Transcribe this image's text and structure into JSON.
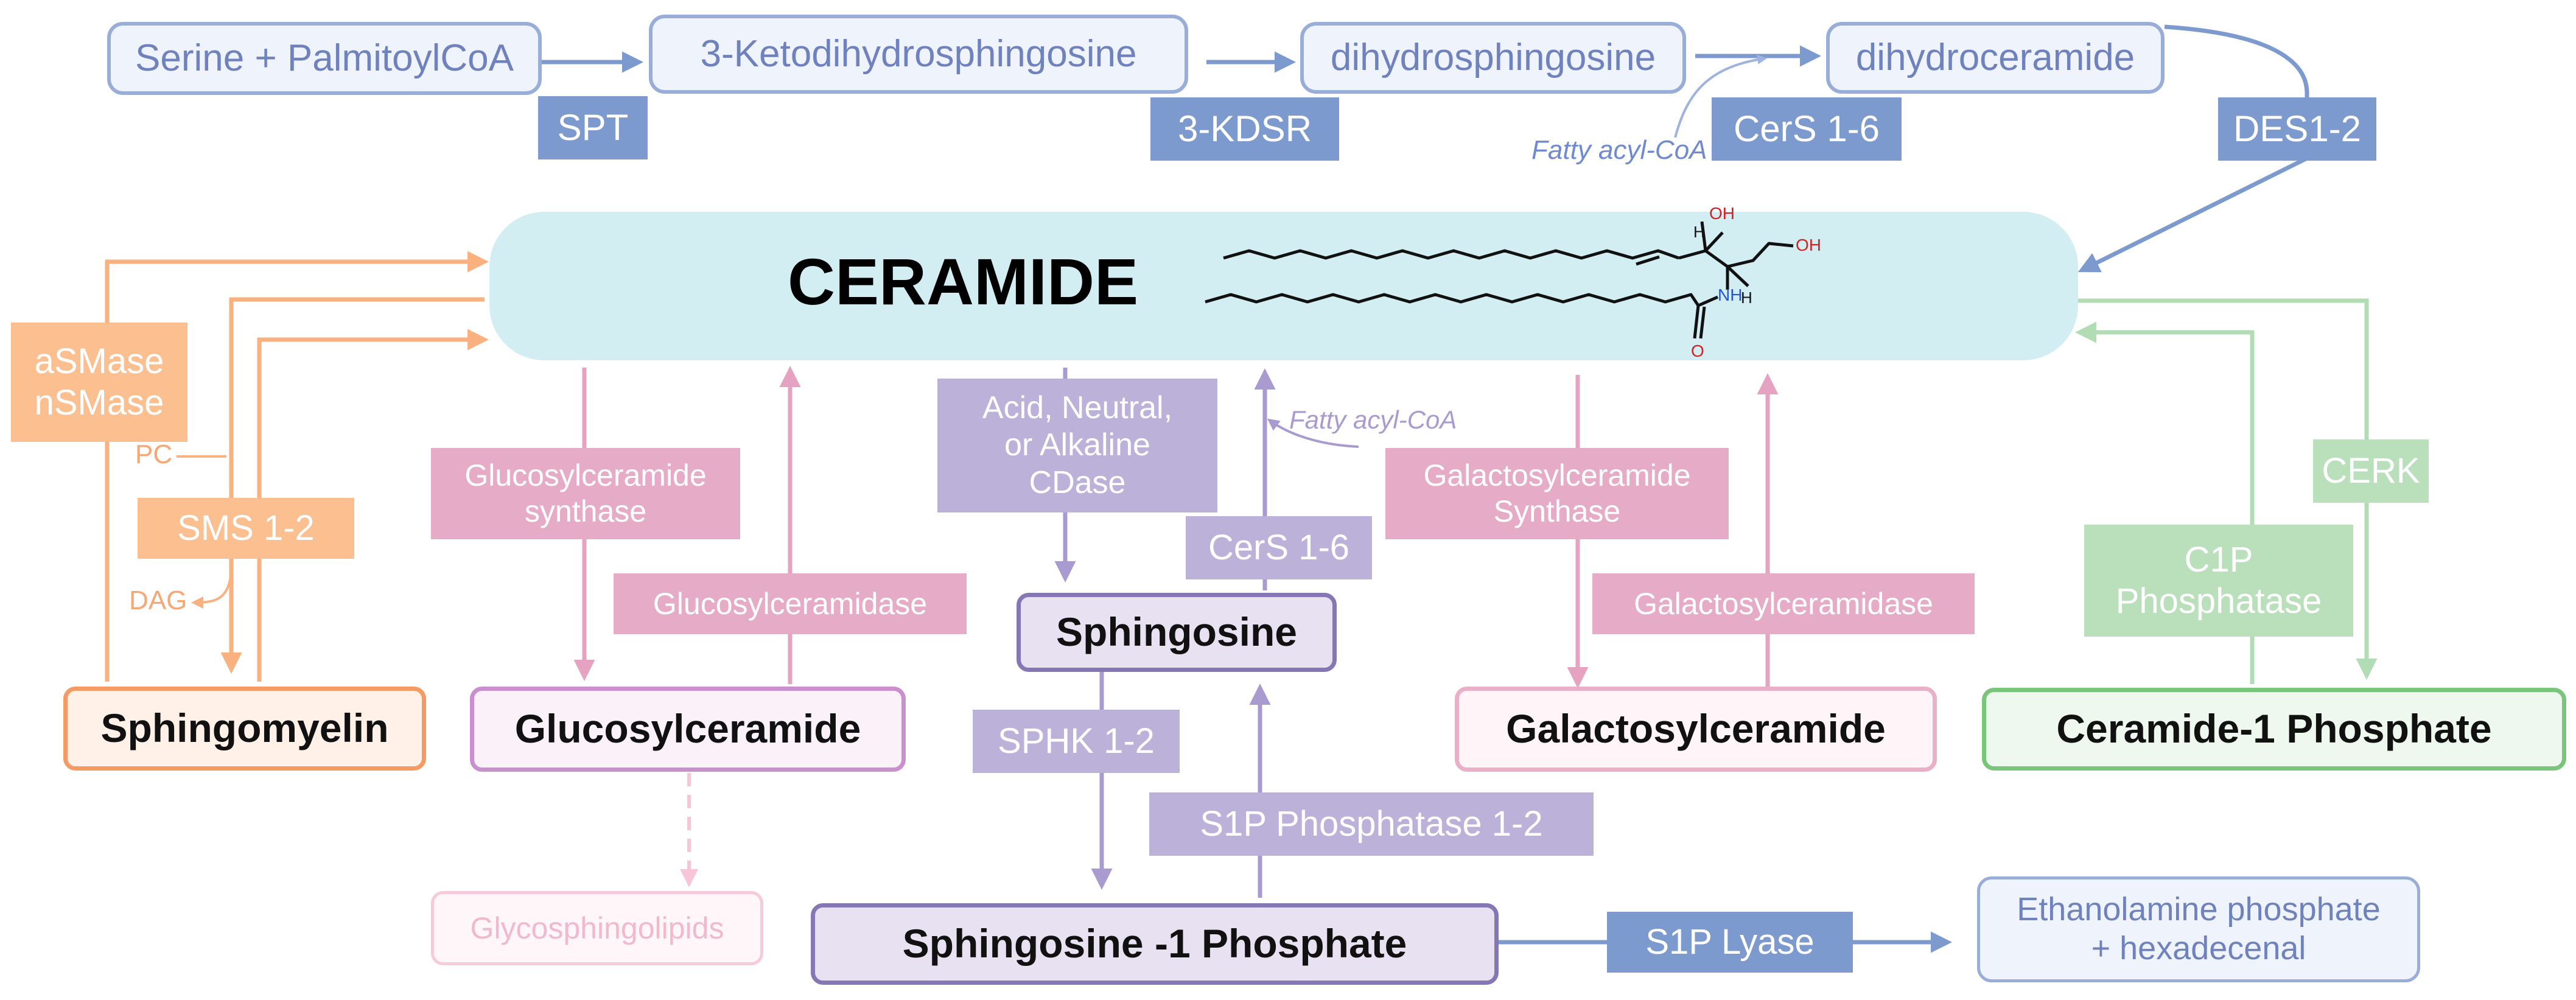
{
  "de_novo": {
    "serine": "Serine + PalmitoylCoA",
    "keto": "3-Ketodihydrosphingosine",
    "dihydrosphingosine": "dihydrosphingosine",
    "dihydroceramide": "dihydroceramide",
    "spt": "SPT",
    "kdsr": "3-KDSR",
    "cers_top": "CerS 1-6",
    "des": "DES1-2",
    "fatty_top": "Fatty acyl-CoA"
  },
  "ceramide": {
    "title": "CERAMIDE",
    "oh_top": "OH",
    "oh_right": "OH",
    "h_top": "H",
    "h_bottom": "H",
    "nh": "NH",
    "o": "O"
  },
  "sphingomyelin_branch": {
    "smase": "aSMase\nnSMase",
    "pc": "PC",
    "sms": "SMS 1-2",
    "dag": "DAG",
    "product": "Sphingomyelin"
  },
  "glucosyl_branch": {
    "synthase": "Glucosylceramide\nsynthase",
    "ceramidase": "Glucosylceramidase",
    "product": "Glucosylceramide",
    "glyco": "Glycosphingolipids"
  },
  "sphingosine_branch": {
    "cdase": "Acid, Neutral,\nor Alkaline\nCDase",
    "fatty": "Fatty acyl-CoA",
    "cers": "CerS 1-6",
    "sphingosine": "Sphingosine",
    "sphk": "SPHK 1-2",
    "s1p_phosphatase": "S1P Phosphatase 1-2",
    "s1p": "Sphingosine -1 Phosphate",
    "lyase": "S1P Lyase",
    "products": "Ethanolamine phosphate\n+ hexadecenal"
  },
  "galactosyl_branch": {
    "synthase": "Galactosylceramide\nSynthase",
    "ceramidase": "Galactosylceramidase",
    "product": "Galactosylceramide"
  },
  "c1p_branch": {
    "cerk": "CERK",
    "phosphatase": "C1P\nPhosphatase",
    "product": "Ceramide-1 Phosphate"
  }
}
